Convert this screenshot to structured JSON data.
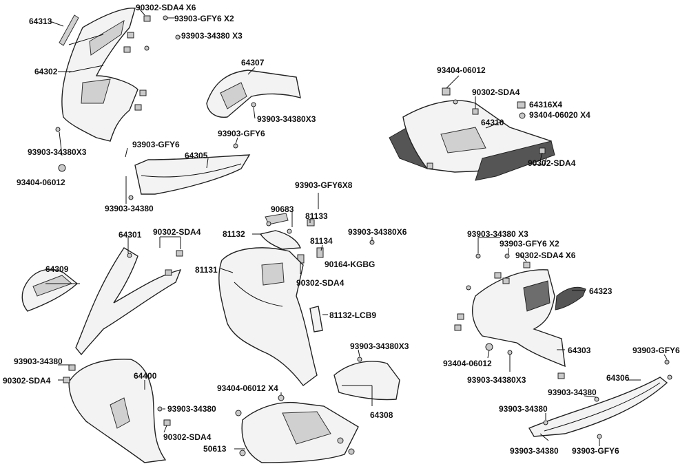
{
  "labels": {
    "p64313": "64313",
    "p90302_sda4_x6_a": "90302-SDA4 X6",
    "p93903_gfy6_x2_a": "93903-GFY6 X2",
    "p93903_34380_x3_a": "93903-34380 X3",
    "p64302": "64302",
    "p64307": "64307",
    "p93903_34380x3_a": "93903-34380X3",
    "p93903_gfy6_a": "93903-GFY6",
    "p93903_gfy6_b": "93903-GFY6",
    "p64305": "64305",
    "p93903_34380x3_b": "93903-34380X3",
    "p93404_06012_a": "93404-06012",
    "p93903_34380_a": "93903-34380",
    "p93404_06012_b": "93404-06012",
    "p90302_sda4_a": "90302-SDA4",
    "p64316x4": "64316X4",
    "p93404_06020x4": "93404-06020 X4",
    "p64310": "64310",
    "p90302_sda4_b": "90302-SDA4",
    "p93903_gfy6x8": "93903-GFY6X8",
    "p90683": "90683",
    "p81133": "81133",
    "p81132": "81132",
    "p93903_34380x6": "93903-34380X6",
    "p81134": "81134",
    "p90164_kgbg": "90164-KGBG",
    "p81131": "81131",
    "p90302_sda4_c": "90302-SDA4",
    "p81132_lcb9": "81132-LCB9",
    "p64301": "64301",
    "p90302_sda4_d": "90302-SDA4",
    "p64309": "64309",
    "p93903_34380_x3_b": "93903-34380 X3",
    "p93903_gfy6_x2_b": "93903-GFY6 X2",
    "p90302_sda4_x6_b": "90302-SDA4 X6",
    "p64323": "64323",
    "p93903_34380x3_c": "93903-34380X3",
    "p64303": "64303",
    "p93404_06012_c": "93404-06012",
    "p93903_34380x3_d": "93903-34380X3",
    "p93903_gfy6_c": "93903-GFY6",
    "p64306": "64306",
    "p93903_34380_b": "93903-34380",
    "p90302_sda4_e": "90302-SDA4",
    "p64400": "64400",
    "p93404_06012_x4": "93404-06012 X4",
    "p93903_34380_c": "93903-34380",
    "p90302_sda4_f": "90302-SDA4",
    "p64308": "64308",
    "p93903_34380_d": "93903-34380",
    "p93903_34380_e": "93903-34380",
    "p50613": "50613",
    "p93903_34380_f": "93903-34380",
    "p93903_gfy6_d": "93903-GFY6"
  }
}
